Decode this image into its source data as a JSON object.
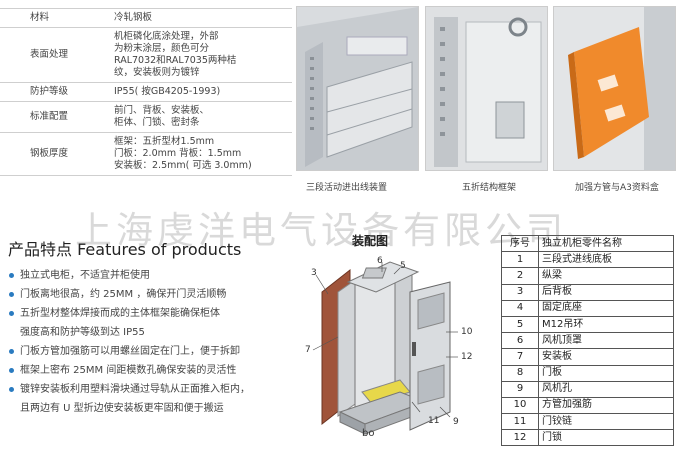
{
  "spec_table": [
    {
      "label": "材料",
      "value": "冷轧钢板"
    },
    {
      "label": "表面处理",
      "value": "机柜磷化底涂处理，外部\n为粉末涂层，颜色可分\nRAL7032和RAL7035两种桔\n纹，安装板则为镀锌"
    },
    {
      "label": "防护等级",
      "value": "IP55( 按GB4205-1993)"
    },
    {
      "label": "标准配置",
      "value": "前门、背板、安装板、\n柜体、门锁、密封条"
    },
    {
      "label": "钢板厚度",
      "value": "框架：五折型材1.5mm\n门板：2.0mm 背板：1.5mm\n安装板：2.5mm( 可选 3.0mm)"
    }
  ],
  "photos": [
    {
      "caption": "三段活动进出线装置"
    },
    {
      "caption": "五折结构框架"
    },
    {
      "caption": "加强方管与A3资料盒"
    }
  ],
  "watermark": "上海虔洋电气设备有限公司",
  "features": {
    "title": "产品特点  Features of products",
    "items": [
      "独立式电柜，不适宜并柜使用",
      "门板离地很高，约 25MM ，确保开门灵活顺畅",
      "五折型材整体焊接而成的主体框架能确保柜体\n强度高和防护等级到达 IP55",
      "门板方管加强筋可以用螺丝固定在门上，便于拆卸",
      "框架上密布 25MM 间距模数孔确保安装的灵活性",
      "镀锌安装板利用塑料滑块通过导轨从正面推入柜内，\n且两边有 U 型折边使安装板更牢固和便于搬运"
    ]
  },
  "diagram": {
    "title": "装配图",
    "callouts": [
      "3",
      "6",
      "5",
      "7",
      "10",
      "12",
      "11",
      "9"
    ],
    "bottom_text": "bo"
  },
  "parts_table": {
    "header": {
      "no": "序号",
      "name": "独立机柜零件名称"
    },
    "rows": [
      {
        "no": "1",
        "name": "三段式进线底板"
      },
      {
        "no": "2",
        "name": "纵梁"
      },
      {
        "no": "3",
        "name": "后背板"
      },
      {
        "no": "4",
        "name": "固定底座"
      },
      {
        "no": "5",
        "name": "M12吊环"
      },
      {
        "no": "6",
        "name": "风机顶罩"
      },
      {
        "no": "7",
        "name": "安装板"
      },
      {
        "no": "8",
        "name": "门板"
      },
      {
        "no": "9",
        "name": "风机孔"
      },
      {
        "no": "10",
        "name": "方管加强筋"
      },
      {
        "no": "11",
        "name": "门铰链"
      },
      {
        "no": "12",
        "name": "门锁"
      }
    ]
  },
  "colors": {
    "bullet": "#2a7bc0",
    "orange_part": "#f08a2c",
    "panel_brown": "#a0543a"
  }
}
